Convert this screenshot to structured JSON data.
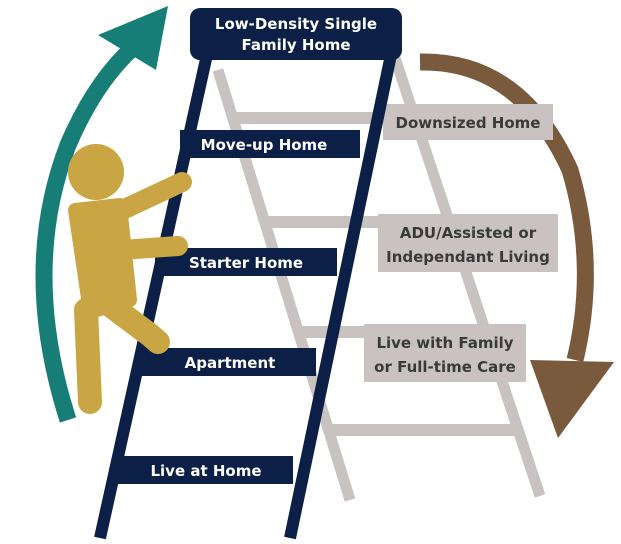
{
  "ascending_ladder": {
    "top_label_line1": "Low-Density Single",
    "top_label_line2": "Family Home",
    "rungs": [
      "Move-up Home",
      "Starter Home",
      "Apartment",
      "Live at Home"
    ]
  },
  "descending_ladder": {
    "rungs": [
      {
        "line1": "Downsized Home",
        "line2": ""
      },
      {
        "line1": "ADU/Assisted or",
        "line2": "Independant Living"
      },
      {
        "line1": "Live with Family",
        "line2": "or Full-time Care"
      }
    ]
  },
  "colors": {
    "navy": "#0b1f47",
    "teal": "#167e76",
    "brown": "#7a5a3c",
    "gold": "#c9a543",
    "light_gray": "#c8c2c0",
    "label_gray": "#c9c2c0"
  },
  "icons": [
    "up-arrow-icon",
    "down-arrow-icon",
    "climbing-person-icon"
  ]
}
